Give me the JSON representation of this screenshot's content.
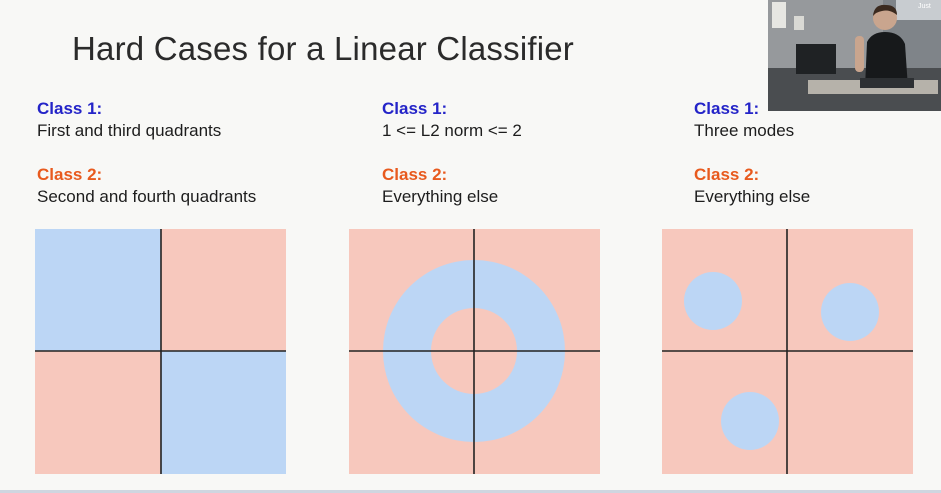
{
  "slide": {
    "title": "Hard Cases for a Linear Classifier",
    "columns": [
      {
        "class1_label": "Class 1",
        "class1_text": "First and third quadrants",
        "class2_label": "Class 2",
        "class2_text": "Second and fourth quadrants"
      },
      {
        "class1_label": "Class 1",
        "class1_text": "1 <= L2 norm <= 2",
        "class2_label": "Class 2",
        "class2_text": "Everything else"
      },
      {
        "class1_label": "Class 1",
        "class1_text": "Three modes",
        "class2_label": "Class 2",
        "class2_text": "Everything else"
      }
    ]
  },
  "colors": {
    "class1_label": "#2424c8",
    "class2_label": "#e85a1e",
    "class1_region": "#bcd6f5",
    "class2_region": "#f7c8bd",
    "axes": "#222222"
  },
  "webcam": {
    "overlay_text": "Just"
  }
}
